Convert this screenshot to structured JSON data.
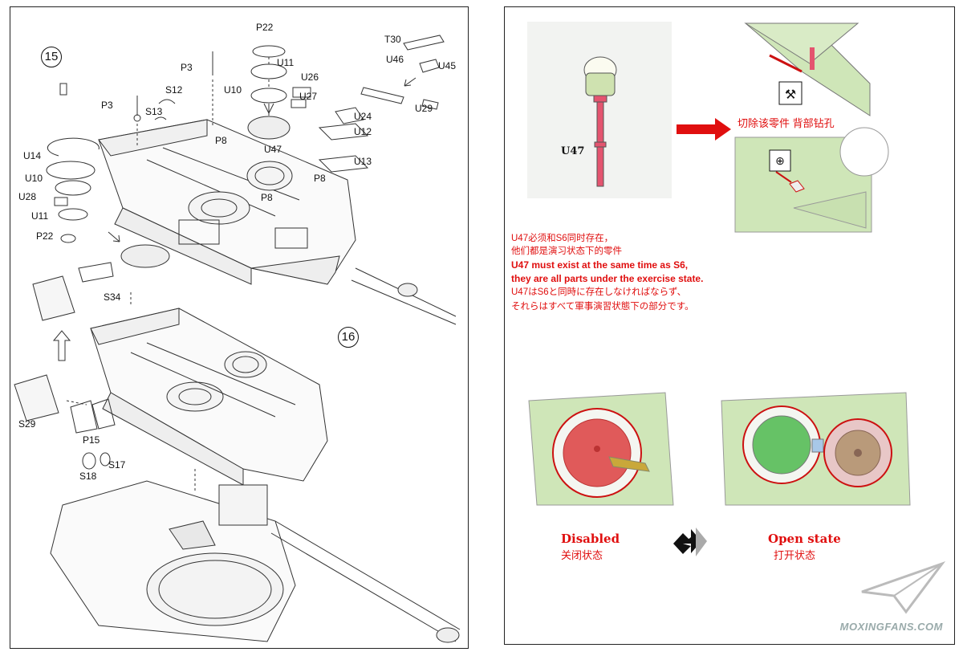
{
  "left_page": {
    "steps": [
      "15",
      "16"
    ],
    "part_labels": {
      "P22_top": "P22",
      "P3_a": "P3",
      "U11_a": "U11",
      "U26": "U26",
      "T30": "T30",
      "U46": "U46",
      "U45": "U45",
      "S12": "S12",
      "P3_b": "P3",
      "U10_a": "U10",
      "U27": "U27",
      "S13": "S13",
      "U29": "U29",
      "U24": "U24",
      "U12": "U12",
      "P8_a": "P8",
      "U47": "U47",
      "U13": "U13",
      "U14": "U14",
      "P8_b": "P8",
      "U10_b": "U10",
      "P8_c": "P8",
      "U28": "U28",
      "U11_b": "U11",
      "P22_b": "P22",
      "S34": "S34",
      "S29": "S29",
      "P15": "P15",
      "S17": "S17",
      "S18": "S18"
    }
  },
  "right_page": {
    "part_label": "U47",
    "cut_drill_text": "切除该零件 背部钻孔",
    "notes": [
      "U47必须和S6同时存在，",
      "他们都是演习状态下的零件",
      "U47 must exist at the same time as S6,",
      "they are all parts under the exercise state.",
      "U47はS6と同時に存在しなければならず、",
      "それらはすべて軍事演習状態下の部分です。"
    ],
    "disabled_label": "Disabled",
    "disabled_cn": "关闭状态",
    "open_label": "Open state",
    "open_cn": "打开状态",
    "watermark": "MOXINGFANS.COM"
  },
  "colors": {
    "red": "#e00f0f",
    "part_green": "#cfe6b8",
    "hatch_red": "#e35353",
    "sprue_cream": "#d8e4b0"
  }
}
